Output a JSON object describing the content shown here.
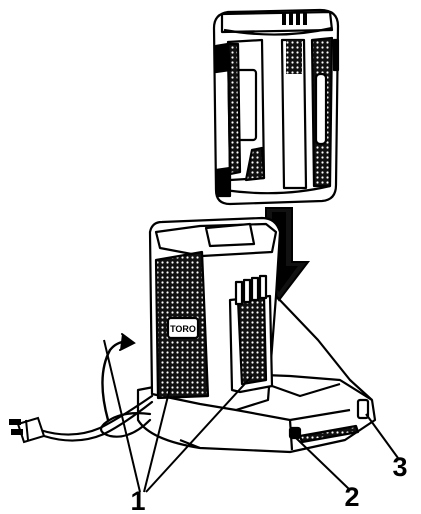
{
  "callouts": [
    {
      "label": "1"
    },
    {
      "label": "2"
    },
    {
      "label": "3"
    }
  ],
  "brand_label": "TORO",
  "colors": {
    "ink": "#000000",
    "paper": "#ffffff",
    "mesh": "#1a1a1a"
  }
}
